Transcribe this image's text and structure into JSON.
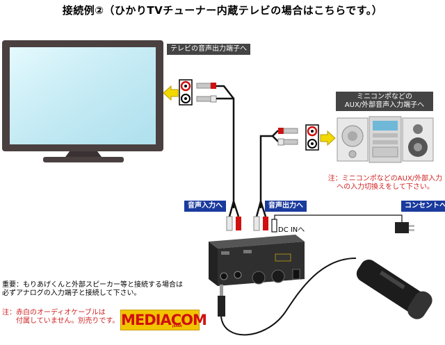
{
  "title": "接続例②（ひかりTVチューナー内蔵テレビの場合はこちらです。）",
  "labels": {
    "tv_audio_out": "テレビの音声出力端子へ",
    "mini_compo_line1": "ミニコンポなどの",
    "mini_compo_line2": "AUX/外部音声入力端子へ",
    "audio_input": "音声入力へ",
    "audio_output": "音声出力へ",
    "outlet": "コンセントへ",
    "dc_in": "DC INへ"
  },
  "notes": {
    "switch_note_line1": "注：ミニコンポなどのAUX/外部入力",
    "switch_note_line2": "への入力切換えをして下さい。",
    "important_line1": "重要：もりあげくんと外部スピーカー等と接続する場合は",
    "important_line2": "必ずアナログの入力端子と接続して下さい。",
    "cable_note_line1": "注：赤白のオーディオケーブルは",
    "cable_note_line2": "付属していません。別売りです。"
  },
  "logo": {
    "text": "MEDIACOM",
    "sub": "JAPAN"
  },
  "colors": {
    "label_blue": "#1a3a9e",
    "label_dark": "#444444",
    "note_red": "#d02020",
    "arrow_yellow": "#f2d900",
    "logo_yellow": "#f2c400"
  }
}
